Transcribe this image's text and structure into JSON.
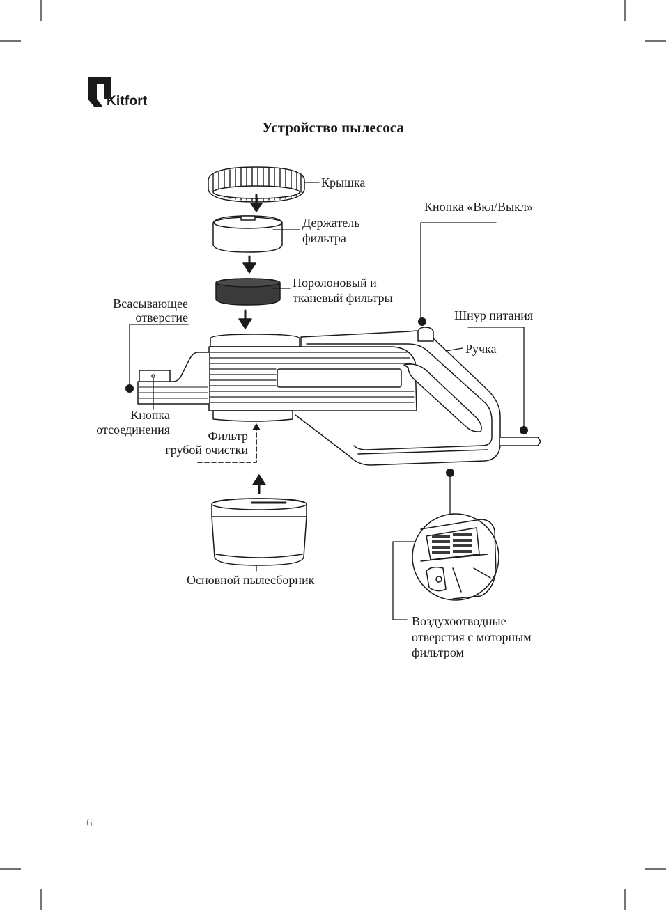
{
  "brand": {
    "name": "Kitfort"
  },
  "page": {
    "title": "Устройство пылесоса",
    "number": "6"
  },
  "labels": {
    "lid": "Крышка",
    "filter_holder": [
      "Держатель",
      "фильтра"
    ],
    "foam_filters": [
      "Поролоновый и",
      "тканевый фильтры"
    ],
    "power_button": "Кнопка «Вкл/Выкл»",
    "suction_inlet": [
      "Всасывающее",
      "отверстие"
    ],
    "power_cord": "Шнур питания",
    "handle": "Ручка",
    "release_button": [
      "Кнопка",
      "отсоединения"
    ],
    "coarse_filter": [
      "Фильтр",
      "грубой очистки"
    ],
    "dust_container": "Основной пылесборник",
    "exhaust_vents": [
      "Воздухоотводные",
      "отверстия с моторным",
      "фильтром"
    ]
  },
  "colors": {
    "ink": "#1a1a1a",
    "page": "#ffffff",
    "page_number": "#777777"
  },
  "icons": [
    "kitfort-logo-icon",
    "arrow-down-icon",
    "arrow-up-icon"
  ]
}
